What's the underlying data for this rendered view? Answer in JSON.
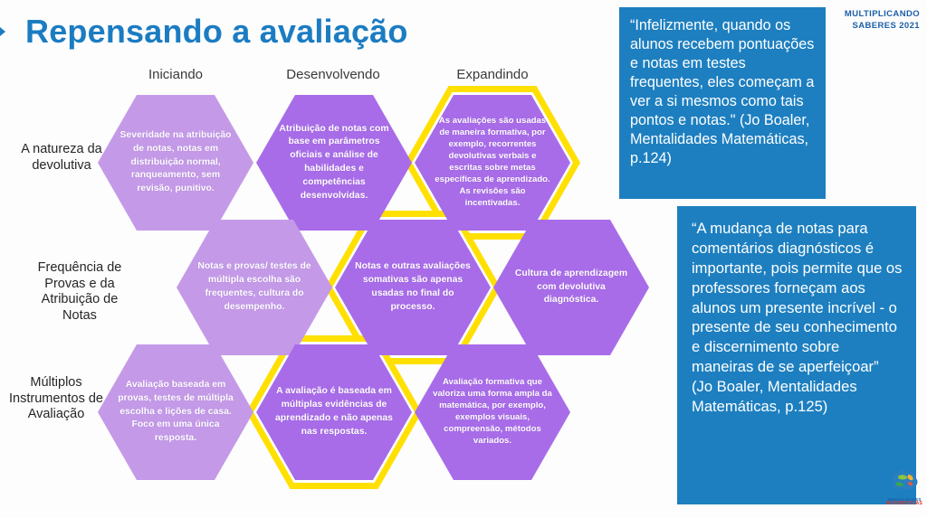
{
  "header": {
    "title": "Repensando a avaliação",
    "arrow_icon": "chevron-right-icon",
    "brand_line1": "MULTIPLICANDO",
    "brand_line2": "SABERES 2021",
    "title_color": "#1b7cc2"
  },
  "matrix": {
    "columns": [
      {
        "label": "Iniciando"
      },
      {
        "label": "Desenvolvendo"
      },
      {
        "label": "Expandindo"
      }
    ],
    "rows": [
      {
        "label_lines": [
          "A natureza da",
          "devolutiva"
        ]
      },
      {
        "label_lines": [
          "Frequência de",
          "Provas e da",
          "Atribuição de",
          "Notas"
        ]
      },
      {
        "label_lines": [
          "Múltiplos",
          "Instrumentos de",
          "Avaliação"
        ]
      }
    ],
    "cells": [
      {
        "id": "r0c0",
        "row": 0,
        "col": 0,
        "shade": "light",
        "highlighted": false,
        "text": "Severidade na atribuição de notas, notas em distribuição normal, ranqueamento, sem revisão, punitivo."
      },
      {
        "id": "r0c1",
        "row": 0,
        "col": 1,
        "shade": "dark",
        "highlighted": false,
        "text": "Atribuição de notas com base em parâmetros oficiais e análise de habilidades e competências desenvolvidas."
      },
      {
        "id": "r0c2",
        "row": 0,
        "col": 2,
        "shade": "dark",
        "highlighted": true,
        "text": "As avaliações são usadas de maneira formativa, por exemplo, recorrentes devolutivas verbais e escritas sobre metas específicas de aprendizado. As revisões são incentivadas."
      },
      {
        "id": "r1c0",
        "row": 1,
        "col": 0,
        "shade": "light",
        "highlighted": false,
        "text": "Notas e provas/ testes de múltipla escolha são frequentes, cultura do desempenho."
      },
      {
        "id": "r1c1",
        "row": 1,
        "col": 1,
        "shade": "dark",
        "highlighted": true,
        "text": "Notas e outras avaliações somativas são apenas usadas no final do processo."
      },
      {
        "id": "r1c2",
        "row": 1,
        "col": 2,
        "shade": "dark",
        "highlighted": false,
        "text": "Cultura de aprendizagem com devolutiva diagnóstica."
      },
      {
        "id": "r2c0",
        "row": 2,
        "col": 0,
        "shade": "light",
        "highlighted": false,
        "text": "Avaliação baseada em provas, testes de múltipla escolha e lições de casa. Foco em uma única resposta."
      },
      {
        "id": "r2c1",
        "row": 2,
        "col": 1,
        "shade": "dark",
        "highlighted": true,
        "text": "A avaliação é baseada em múltiplas evidências de aprendizado e não apenas nas respostas."
      },
      {
        "id": "r2c2",
        "row": 2,
        "col": 2,
        "shade": "dark",
        "highlighted": false,
        "text": "Avaliação formativa que valoriza uma forma ampla da matemática, por exemplo, exemplos visuais, compreensão, métodos variados."
      }
    ],
    "colors": {
      "hex_light": "#c49ae8",
      "hex_dark": "#a86ce9",
      "highlight": "#ffe000"
    }
  },
  "quotes": [
    {
      "id": "quote-1",
      "text": "“Infelizmente, quando os alunos recebem pontuações e notas em testes frequentes, eles começam a ver a si mesmos como tais pontos e notas.\" (Jo Boaler, Mentalidades Matemáticas, p.124)"
    },
    {
      "id": "quote-2",
      "text": "“A mudança de notas para comentários diagnósticos é importante, pois permite que os professores forneçam aos alunos um presente incrível - o presente de seu conhecimento e discernimento sobre maneiras de se aperfeiçoar” (Jo Boaler, Mentalidades Matemáticas, p.125)"
    }
  ],
  "footer_logo": {
    "icon": "brain-logo-icon",
    "caption_line1": "MENTALIDADES",
    "caption_line2": "MATEMÁTICAS"
  }
}
